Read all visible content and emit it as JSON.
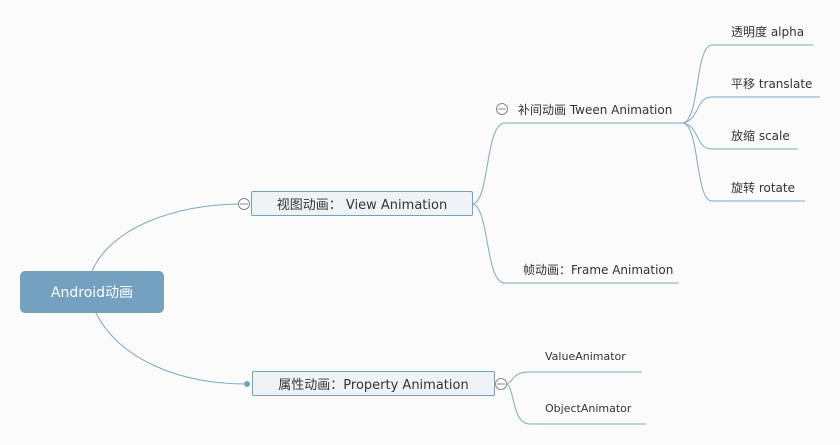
{
  "root": {
    "label": "Android动画"
  },
  "view": {
    "label": "视图动画： View Animation",
    "tween": {
      "label": "补间动画 Tween Animation",
      "children": [
        "透明度 alpha",
        "平移 translate",
        "放缩 scale",
        "旋转 rotate"
      ]
    },
    "frame": {
      "label": "帧动画：Frame Animation"
    }
  },
  "property": {
    "label": "属性动画：Property Animation",
    "children": [
      "ValueAnimator",
      "ObjectAnimator"
    ]
  },
  "colors": {
    "line": "#73a1bf",
    "root": "#73a1bf",
    "box": "#eef3f6"
  }
}
